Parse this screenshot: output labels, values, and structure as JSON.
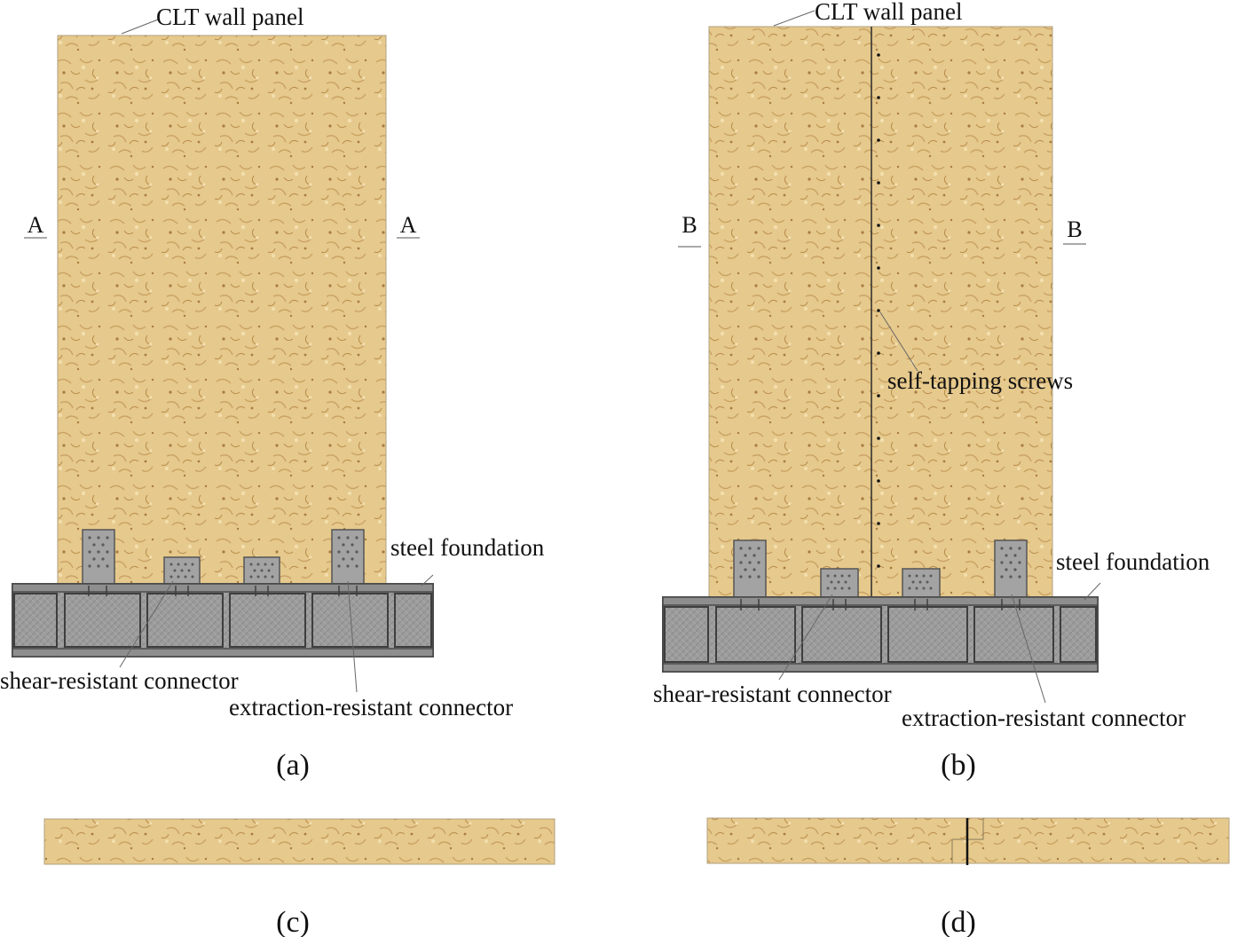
{
  "colors": {
    "wood_base": "#e6c98c",
    "wood_dark": "#b88c4a",
    "wood_light": "#f3dfae",
    "steel": "#9c9c9c",
    "steel_dark": "#5f5f5f",
    "connector": "#a3a3a3",
    "leader": "#666666"
  },
  "panel_a": {
    "top_label": "CLT wall panel",
    "section_left": "A",
    "section_right": "A",
    "foundation_label": "steel foundation",
    "shear_label": "shear-resistant connector",
    "extraction_label": "extraction-resistant connector",
    "caption": "(a)"
  },
  "panel_b": {
    "top_label": "CLT wall panel",
    "section_left": "B",
    "section_right": "B",
    "screws_label": "self-tapping screws",
    "foundation_label": "steel foundation",
    "shear_label": "shear-resistant connector",
    "extraction_label": "extraction-resistant connector",
    "caption": "(b)"
  },
  "panel_c": {
    "caption": "(c)"
  },
  "panel_d": {
    "caption": "(d)"
  }
}
